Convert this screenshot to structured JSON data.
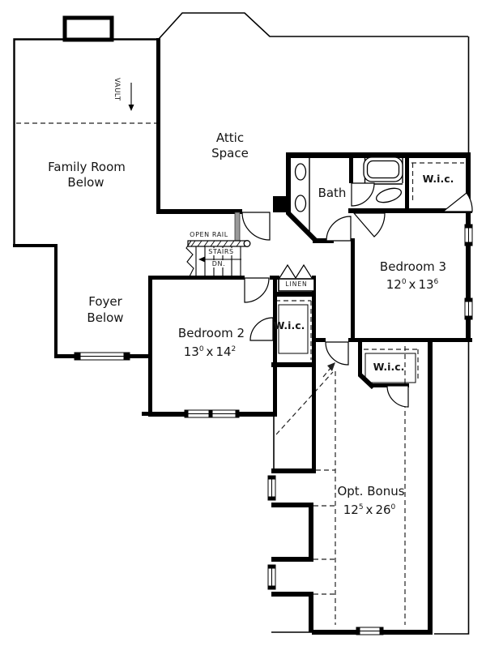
{
  "plan": {
    "family_room": {
      "line1": "Family Room",
      "line2": "Below"
    },
    "attic": {
      "line1": "Attic",
      "line2": "Space"
    },
    "foyer": {
      "line1": "Foyer",
      "line2": "Below"
    },
    "vault": {
      "label": "VAULT"
    },
    "stairs": {
      "open_rail": "OPEN RAIL",
      "stairs": "STAIRS",
      "down": "DN."
    },
    "linen": {
      "label": "LINEN"
    },
    "bath": {
      "label": "Bath"
    },
    "wic_top": {
      "label": "W.i.c."
    },
    "wic_bed2": {
      "label": "W.i.c."
    },
    "wic_mid": {
      "label": "W.i.c."
    },
    "bedroom2": {
      "name": "Bedroom 2",
      "dim": {
        "a": "13",
        "a_sup": "0",
        "sep": "x",
        "b": "14",
        "b_sup": "2"
      }
    },
    "bedroom3": {
      "name": "Bedroom 3",
      "dim": {
        "a": "12",
        "a_sup": "0",
        "sep": "x",
        "b": "13",
        "b_sup": "6"
      }
    },
    "bonus": {
      "name": "Opt. Bonus",
      "dim": {
        "a": "12",
        "a_sup": "5",
        "sep": "x",
        "b": "26",
        "b_sup": "0"
      }
    },
    "colors": {
      "wall": "#000000",
      "paper": "#ffffff",
      "rail_gray": "#999999"
    }
  }
}
